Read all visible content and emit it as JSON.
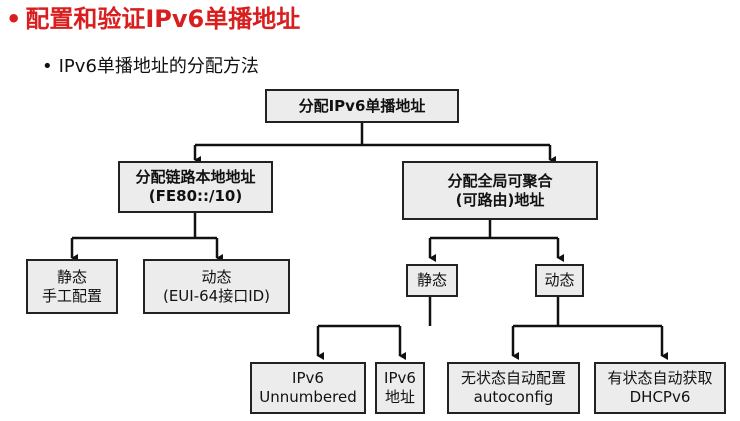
{
  "slide": {
    "title": "配置和验证IPv6单播地址",
    "bullet": "IPv6单播地址的分配方法"
  },
  "diagram": {
    "root": "分配IPv6单播地址",
    "link_local": {
      "line1": "分配链路本地地址",
      "line2": "(FE80::/10)"
    },
    "global": {
      "line1": "分配全局可聚合",
      "line2": "(可路由)地址"
    },
    "static_manual": {
      "line1": "静态",
      "line2": "手工配置"
    },
    "dynamic_eui": {
      "line1": "动态",
      "line2": "(EUI-64接口ID)"
    },
    "global_static": "静态",
    "global_dynamic": "动态",
    "ipv6_unnumbered": {
      "line1": "IPv6",
      "line2": "Unnumbered"
    },
    "ipv6_address": {
      "line1": "IPv6",
      "line2": "地址"
    },
    "stateless": {
      "line1": "无状态自动配置",
      "line2": "autoconfig"
    },
    "stateful": {
      "line1": "有状态自动获取",
      "line2": "DHCPv6"
    }
  },
  "colors": {
    "title": "#d81e1e",
    "box_fill": "#ececec",
    "line": "#111111"
  }
}
